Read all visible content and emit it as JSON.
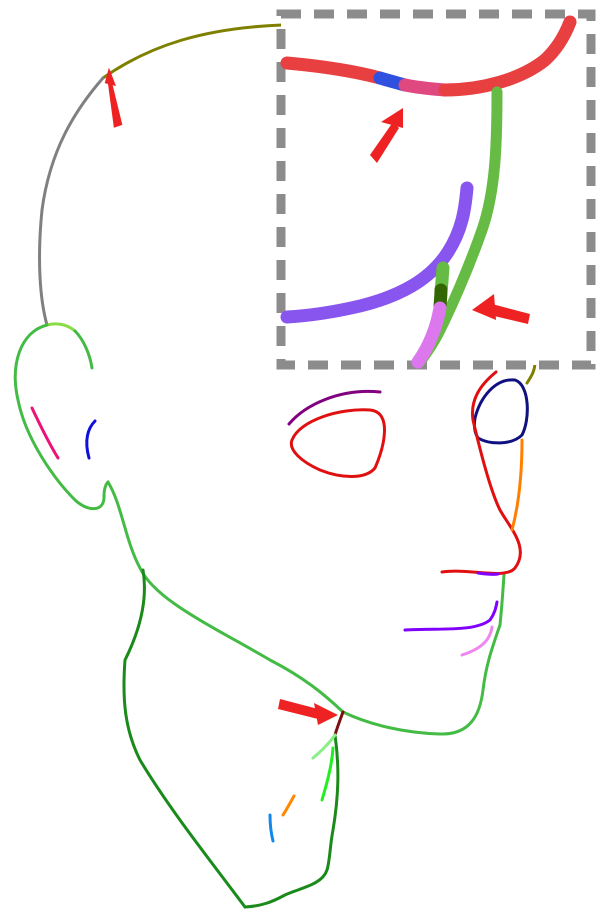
{
  "colors": {
    "skull_top": "#808000",
    "skull_back": "#808080",
    "outline": "#44bb44",
    "ear_top": "#88dd44",
    "neck": "#1a8a1a",
    "eye": "#e01010",
    "brow": "#800080",
    "eye_dark": "#101080",
    "nose_bridge": "#ff8000",
    "nose_tip": "#8000ff",
    "lips": "#8000ff",
    "chin_crease": "#ee88ee",
    "ear_inner_left": "#ee1177",
    "ear_inner_right": "#1010dd",
    "marker_dark": "#7a1010",
    "bright_green": "#22ee22",
    "light_green": "#88ee88",
    "neck_orange": "#ff8800",
    "neck_blue": "#1188ee",
    "arrow": "#ee2222",
    "inset_border": "#8c8c8c",
    "inset_red": "#e84040",
    "inset_blue": "#3050e0",
    "inset_pink": "#e04880",
    "inset_green": "#66bb44",
    "inset_darkgreen": "#336600",
    "inset_purple": "#8855ee",
    "inset_violet": "#dd77ee"
  },
  "icons": [
    "arrow-icon-top",
    "arrow-icon-neck",
    "arrow-icon-inset-top",
    "arrow-icon-inset-bottom"
  ]
}
